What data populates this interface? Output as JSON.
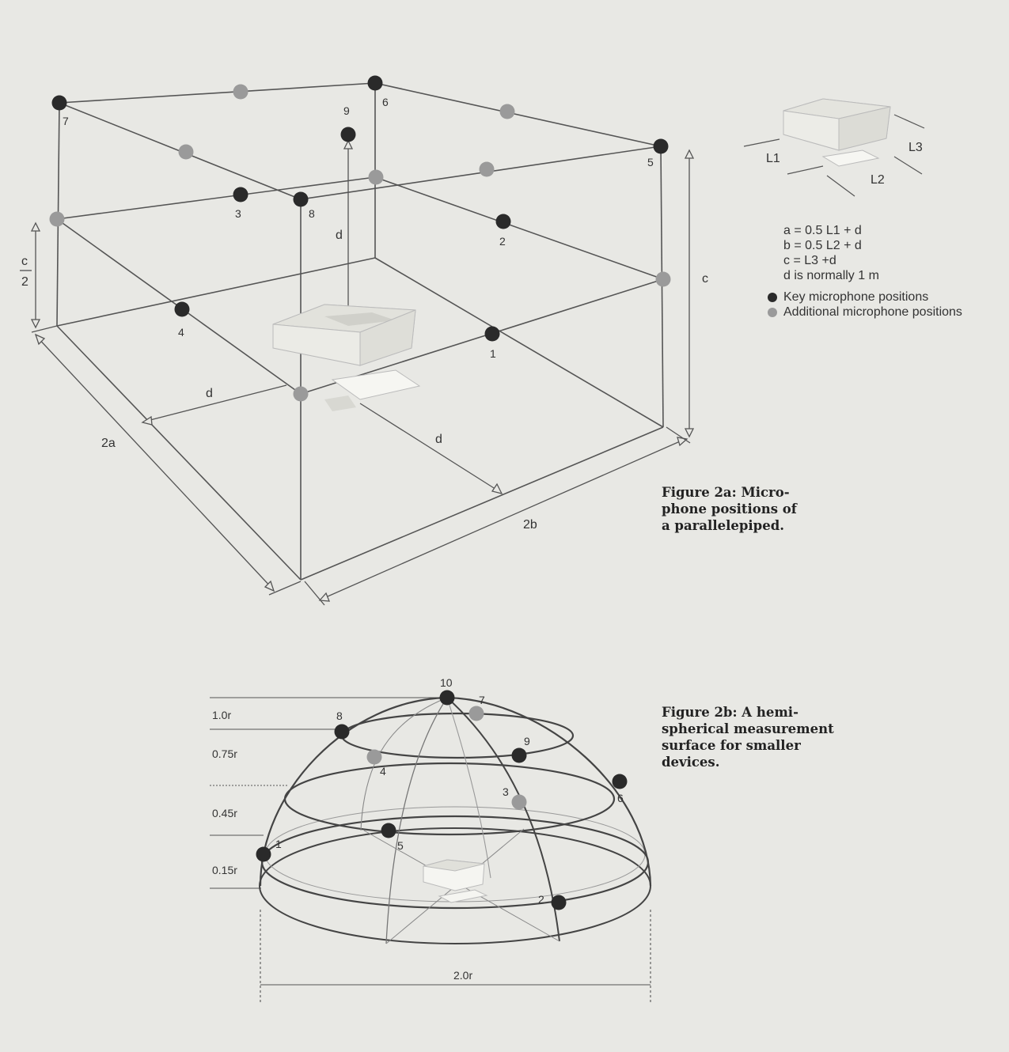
{
  "colors": {
    "key": "#2a2a2a",
    "additional": "#9a9a9a",
    "line": "#555555",
    "background": "#e8e8e4"
  },
  "fig2a": {
    "caption": [
      "Figure 2a: Micro-",
      "phone positions of",
      "a parallelepiped."
    ],
    "dims": {
      "d": "d",
      "c": "c",
      "c_half_num": "c",
      "c_half_den": "2",
      "two_a": "2a",
      "two_b": "2b"
    },
    "positions": [
      "1",
      "2",
      "3",
      "4",
      "5",
      "6",
      "7",
      "8",
      "9"
    ]
  },
  "inset": {
    "labels": {
      "L1": "L1",
      "L2": "L2",
      "L3": "L3"
    }
  },
  "legend": {
    "equations": [
      "a = 0.5 L1 + d",
      "b = 0.5 L2 + d",
      "c = L3 +d",
      "d is normally 1 m"
    ],
    "key_label": "Key microphone positions",
    "additional_label": "Additional microphone positions"
  },
  "fig2b": {
    "caption": [
      "Figure 2b: A hemi-",
      "spherical measurement",
      "surface for smaller",
      "devices."
    ],
    "heights": [
      "1.0r",
      "0.75r",
      "0.45r",
      "0.15r"
    ],
    "width": "2.0r",
    "positions": [
      "1",
      "2",
      "3",
      "4",
      "5",
      "6",
      "7",
      "8",
      "9",
      "10"
    ]
  }
}
